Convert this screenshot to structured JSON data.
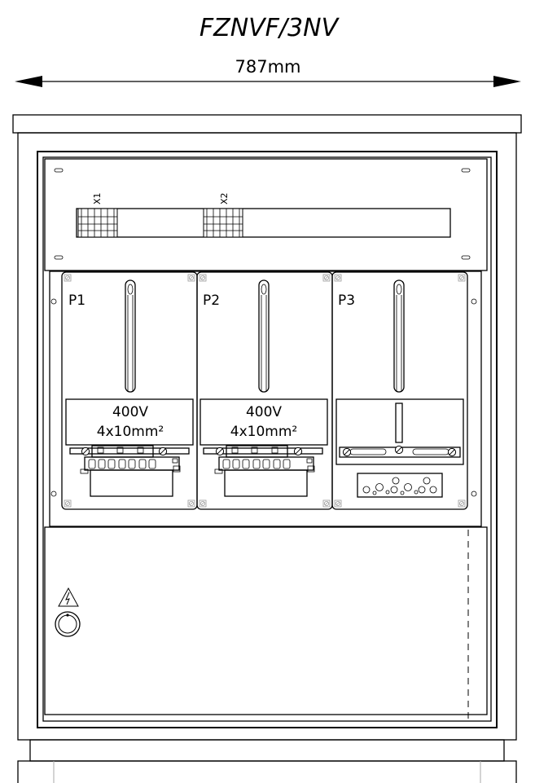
{
  "title": "FZNVF/3NV",
  "width_dimension": "787mm",
  "terminal_labels": [
    "X1",
    "X2"
  ],
  "panels": [
    {
      "label": "P1",
      "voltage": "400V",
      "cable": "4x10mm²"
    },
    {
      "label": "P2",
      "voltage": "400V",
      "cable": "4x10mm²"
    },
    {
      "label": "P3",
      "voltage": "",
      "cable": ""
    }
  ]
}
